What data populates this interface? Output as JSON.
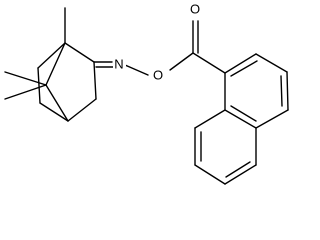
{
  "structure": {
    "atoms": {
      "oxime_nitrogen": "N",
      "ester_oxygen": "O",
      "carbonyl_oxygen": "O"
    },
    "colors": {
      "bond": "#000000",
      "label": "#000000",
      "background": "#ffffff"
    }
  }
}
